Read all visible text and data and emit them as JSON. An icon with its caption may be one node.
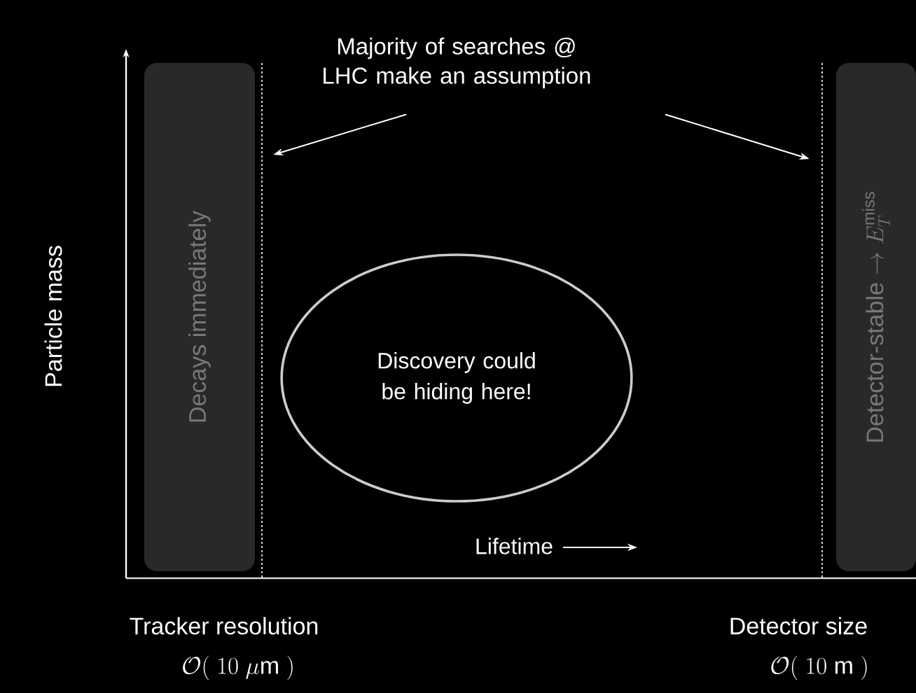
{
  "diagram": {
    "nodes": [
      {
        "text": [
          "Majority of searches @ LHC make an assumption"
        ]
      },
      {
        "text": [
          "Decays immediately"
        ]
      },
      {
        "text": [
          "\\text{Detector-stable} \\rightarrow E_T^{\\mathrm{miss}}"
        ]
      },
      {
        "text": [
          "Discovery could be hiding here!"
        ]
      }
    ],
    "edges": [
      {
        "from": 0,
        "to": 1,
        "arrow": "to"
      },
      {
        "from": 0,
        "to": 2,
        "arrow": "to"
      }
    ],
    "labels": [
      "Particle mass",
      "Lifetime",
      "Tracker resolution",
      "\\mathcal{O}(\\ 10\\ \\mu\\mathrm{m}\\ )",
      "Detector size",
      "\\mathcal{O}(\\ 10\\ \\mathrm{m}\\ )"
    ]
  }
}
